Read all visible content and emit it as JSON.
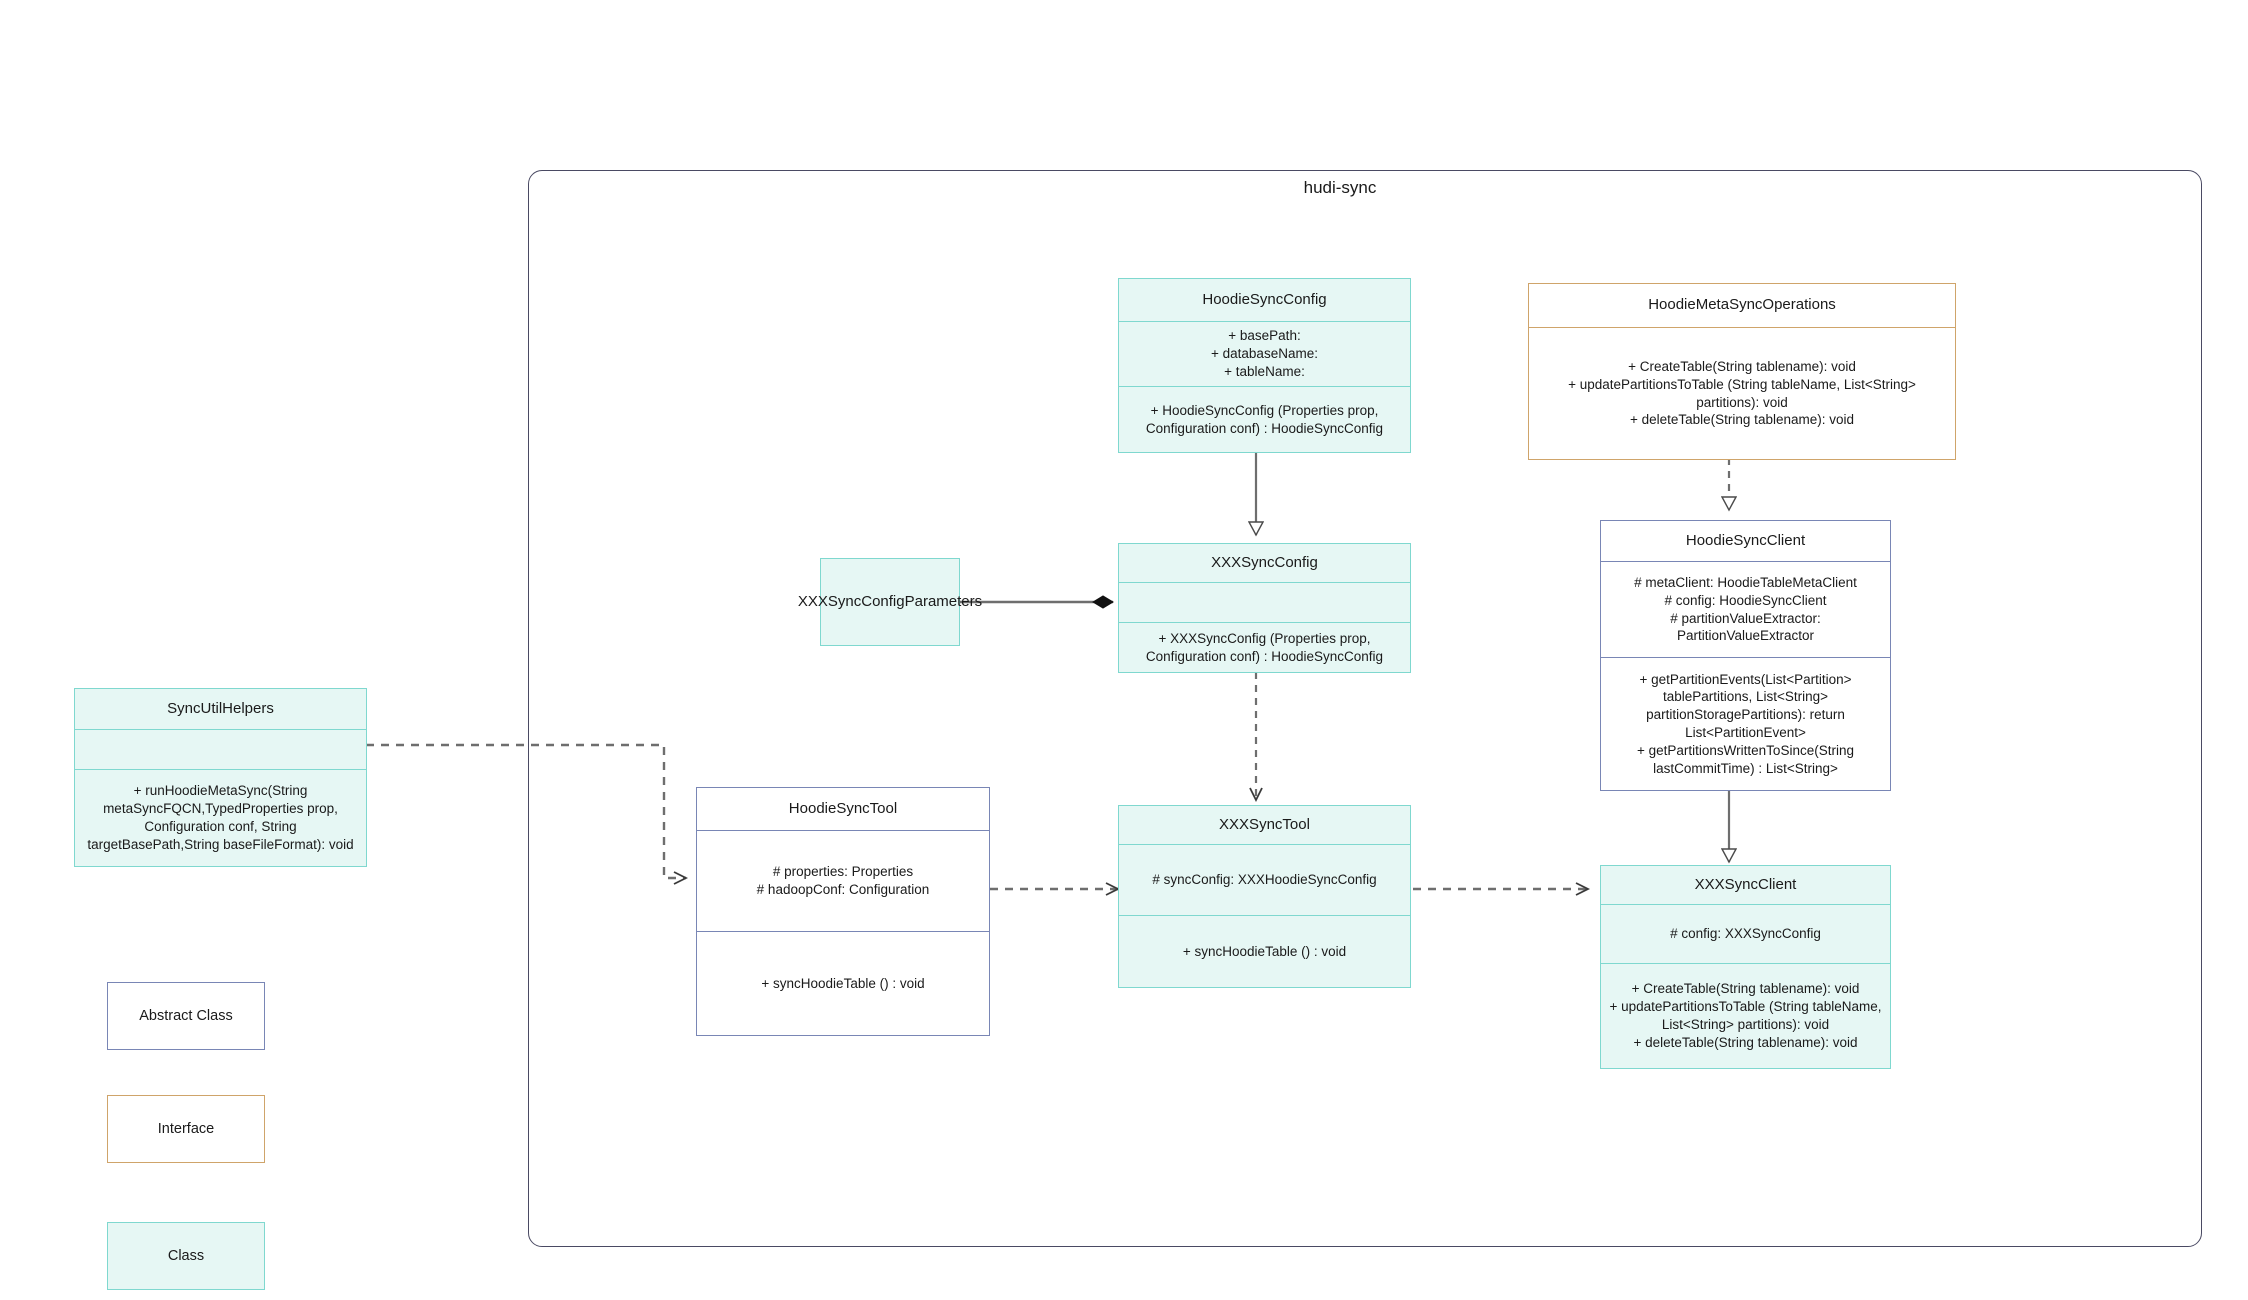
{
  "package": {
    "title": "hudi-sync"
  },
  "classes": {
    "hoodie_sync_config": {
      "name": "HoodieSyncConfig",
      "attributes": "+    basePath:\n+   databaseName:\n+    tableName:",
      "operations": "+   HoodieSyncConfig (Properties prop, Configuration conf) : HoodieSyncConfig"
    },
    "hoodie_meta_sync_operations": {
      "name": "HoodieMetaSyncOperations",
      "operations": "+    CreateTable(String tablename): void\n+    updatePartitionsToTable (String tableName, List<String> partitions): void\n+    deleteTable(String tablename): void"
    },
    "hoodie_sync_client": {
      "name": "HoodieSyncClient",
      "attributes": "#   metaClient: HoodieTableMetaClient\n#   config: HoodieSyncClient\n#    partitionValueExtractor: PartitionValueExtractor",
      "operations": "+   getPartitionEvents(List<Partition> tablePartitions, List<String> partitionStoragePartitions): return List<PartitionEvent>\n+   getPartitionsWrittenToSince(String lastCommitTime) : List<String>"
    },
    "xxx_sync_config": {
      "name": "XXXSyncConfig",
      "attributes": "",
      "operations": "+   XXXSyncConfig (Properties prop, Configuration conf) : HoodieSyncConfig"
    },
    "xxx_sync_config_parameters": {
      "name": "XXXSyncConfigParameters"
    },
    "sync_util_helpers": {
      "name": "SyncUtilHelpers",
      "attributes": "",
      "operations": "+     runHoodieMetaSync(String metaSyncFQCN,TypedProperties prop, Configuration conf, String targetBasePath,String baseFileFormat): void"
    },
    "hoodie_sync_tool": {
      "name": "HoodieSyncTool",
      "attributes": "#   properties: Properties\n#   hadoopConf: Configuration",
      "operations": "+   syncHoodieTable () : void"
    },
    "xxx_sync_tool": {
      "name": "XXXSyncTool",
      "attributes": "#   syncConfig: XXXHoodieSyncConfig",
      "operations": "+   syncHoodieTable () : void"
    },
    "xxx_sync_client": {
      "name": "XXXSyncClient",
      "attributes": "#    config: XXXSyncConfig",
      "operations": "+    CreateTable(String tablename): void\n+    updatePartitionsToTable (String tableName, List<String> partitions): void\n+    deleteTable(String tablename): void"
    }
  },
  "legend": {
    "abstract_class": "Abstract Class",
    "interface": "Interface",
    "class": "Class"
  },
  "colors": {
    "class_fill": "#e6f7f4",
    "class_stroke": "#7fd8cf",
    "abstract_stroke": "#7986b5",
    "interface_stroke": "#cfa46a",
    "package_stroke": "#4a4a63",
    "connector": "#6e6e6e",
    "text": "#1a1a1a"
  }
}
